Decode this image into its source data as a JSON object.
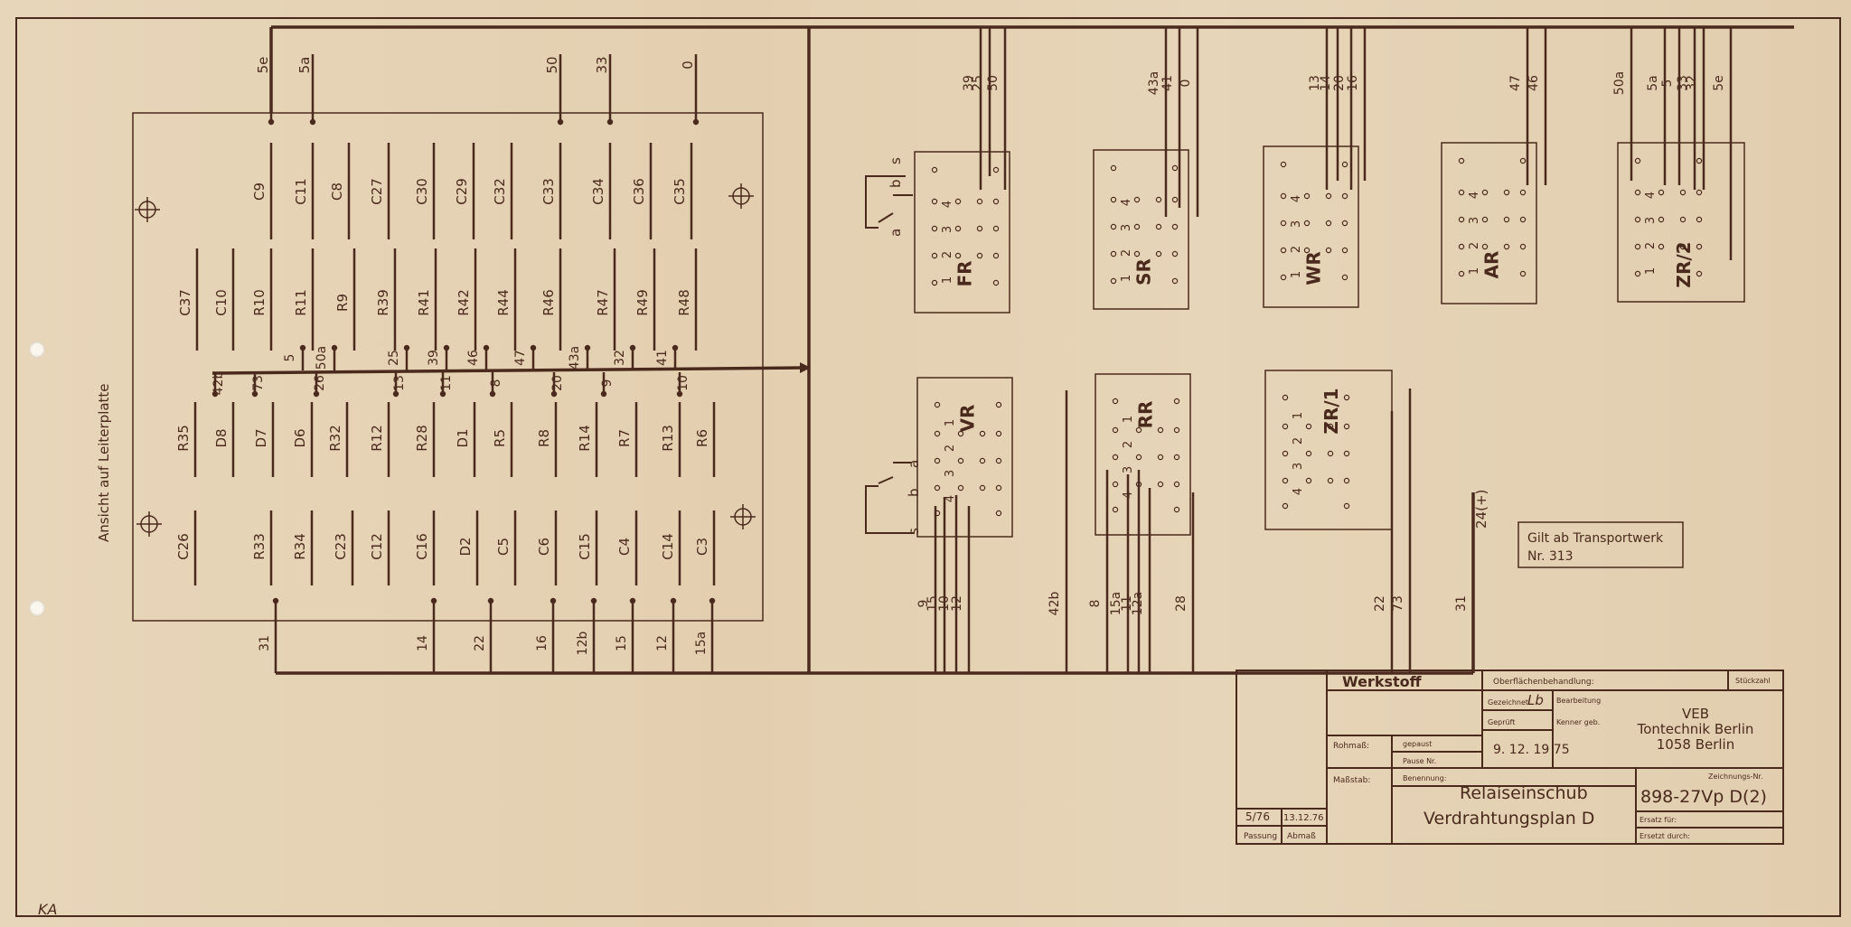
{
  "board": {
    "title": "Ansicht auf Leiterplatte",
    "top_terminals": [
      "5e",
      "5a",
      "50",
      "33",
      "0"
    ],
    "upper_components": [
      "C9",
      "C11",
      "C8",
      "C27",
      "C30",
      "C29",
      "C32",
      "C33",
      "C34",
      "C36",
      "C35"
    ],
    "middle_components": [
      "C37",
      "C10",
      "R10",
      "R11",
      "R9",
      "R39",
      "R41",
      "R42",
      "R44",
      "R46",
      "R47",
      "R49",
      "R48"
    ],
    "bus_upper_labels": [
      "5",
      "50a",
      "25",
      "39",
      "46",
      "47",
      "43a",
      "32",
      "41"
    ],
    "bus_lower_labels": [
      "42b",
      "73",
      "26",
      "13",
      "11",
      "8",
      "20",
      "9",
      "10"
    ],
    "lower_row1": [
      "R35",
      "D8",
      "D7",
      "D6",
      "R32",
      "R12",
      "R28",
      "D1",
      "R5",
      "R8",
      "R14",
      "R7",
      "R13",
      "R6"
    ],
    "lower_row2": [
      "C26",
      "R33",
      "R34",
      "C23",
      "C12",
      "C16",
      "D2",
      "C5",
      "C6",
      "C15",
      "C4",
      "C14",
      "C3"
    ],
    "bottom_terminals": [
      "31",
      "14",
      "22",
      "16",
      "12b",
      "15",
      "12",
      "15a"
    ]
  },
  "relays": [
    {
      "name": "FR",
      "wires": [
        "39",
        "25",
        "50"
      ]
    },
    {
      "name": "SR",
      "wires": [
        "43a",
        "41",
        "0"
      ]
    },
    {
      "name": "WR",
      "wires": [
        "13",
        "14",
        "20",
        "16"
      ]
    },
    {
      "name": "AR",
      "wires": [
        "47",
        "46"
      ]
    },
    {
      "name": "ZR/2",
      "wires": [
        "50a",
        "5a",
        "5",
        "33",
        "32",
        "5e"
      ]
    },
    {
      "name": "VR",
      "wires": [
        "9",
        "15",
        "10",
        "12",
        "42b"
      ]
    },
    {
      "name": "RR",
      "wires": [
        "8",
        "15a",
        "11",
        "12a",
        "28"
      ]
    },
    {
      "name": "ZR/1",
      "wires": [
        "22",
        "73",
        "31"
      ]
    }
  ],
  "contacts": {
    "a": "a",
    "b": "b",
    "s": "s"
  },
  "pin_numbers": [
    "4",
    "3",
    "2",
    "1"
  ],
  "supply_label": "24(+)",
  "validity_note": {
    "line1": "Gilt ab Transportwerk",
    "line2": "Nr. 313"
  },
  "title_block": {
    "werkstoff": "Werkstoff",
    "oberflaeche": "Oberflächenbehandlung:",
    "stueckzahl": "Stückzahl",
    "gezeichnet": "Gezeichnet",
    "bearbeitung": "Bearbeitung",
    "geprueft": "Geprüft",
    "kenner": "Kenner geb.",
    "rohmass": "Rohmaß:",
    "gepaust": "gepaust",
    "pause_nr": "Pause Nr.",
    "date": "9. 12. 19 75",
    "massstab": "Maßstab:",
    "benennung": "Benennung:",
    "name_line1": "Relaiseinschub",
    "name_line2": "Verdrahtungsplan D",
    "company_line1": "VEB",
    "company_line2": "Tontechnik Berlin",
    "company_line3": "1058 Berlin",
    "zeichnungsnr": "Zeichnungs-Nr.",
    "drawing_number": "898-27Vp D(2)",
    "ersatz_fuer": "Ersatz für:",
    "ersatz_durch": "Ersetzt durch:",
    "passung": "Passung",
    "abmass": "Abmaß",
    "rev_code": "5/76",
    "rev_date": "13.12.76"
  },
  "corner_mark": "KA"
}
